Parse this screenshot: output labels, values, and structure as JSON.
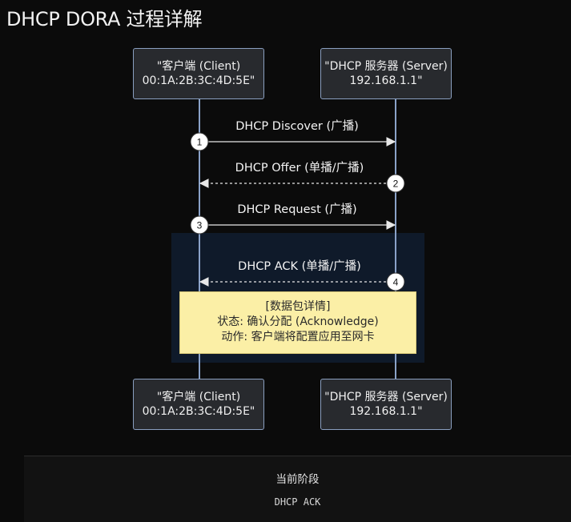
{
  "title": "DHCP DORA 过程详解",
  "actors": {
    "client": {
      "line1": "\"客户端 (Client)",
      "line2": "00:1A:2B:3C:4D:5E\""
    },
    "server": {
      "line1": "\"DHCP 服务器 (Server)",
      "line2": "192.168.1.1\""
    }
  },
  "messages": [
    {
      "step": "1",
      "label": "DHCP Discover (广播)",
      "direction": "client-to-server",
      "style": "solid"
    },
    {
      "step": "2",
      "label": "DHCP Offer (单播/广播)",
      "direction": "server-to-client",
      "style": "dashed"
    },
    {
      "step": "3",
      "label": "DHCP Request (广播)",
      "direction": "client-to-server",
      "style": "solid"
    },
    {
      "step": "4",
      "label": "DHCP ACK (单播/广播)",
      "direction": "server-to-client",
      "style": "dashed"
    }
  ],
  "note": {
    "line1": "[数据包详情]",
    "line2": "状态: 确认分配 (Acknowledge)",
    "line3": "动作: 客户端将配置应用至网卡"
  },
  "footer": {
    "stage_label": "当前阶段",
    "stage_value": "DHCP ACK"
  },
  "colors": {
    "background": "#0b0b0b",
    "lifeline": "#8aa2c8",
    "highlight_box": "#0f1a2a",
    "note_fill": "#fbefa6",
    "actor_fill": "#282a2e"
  }
}
